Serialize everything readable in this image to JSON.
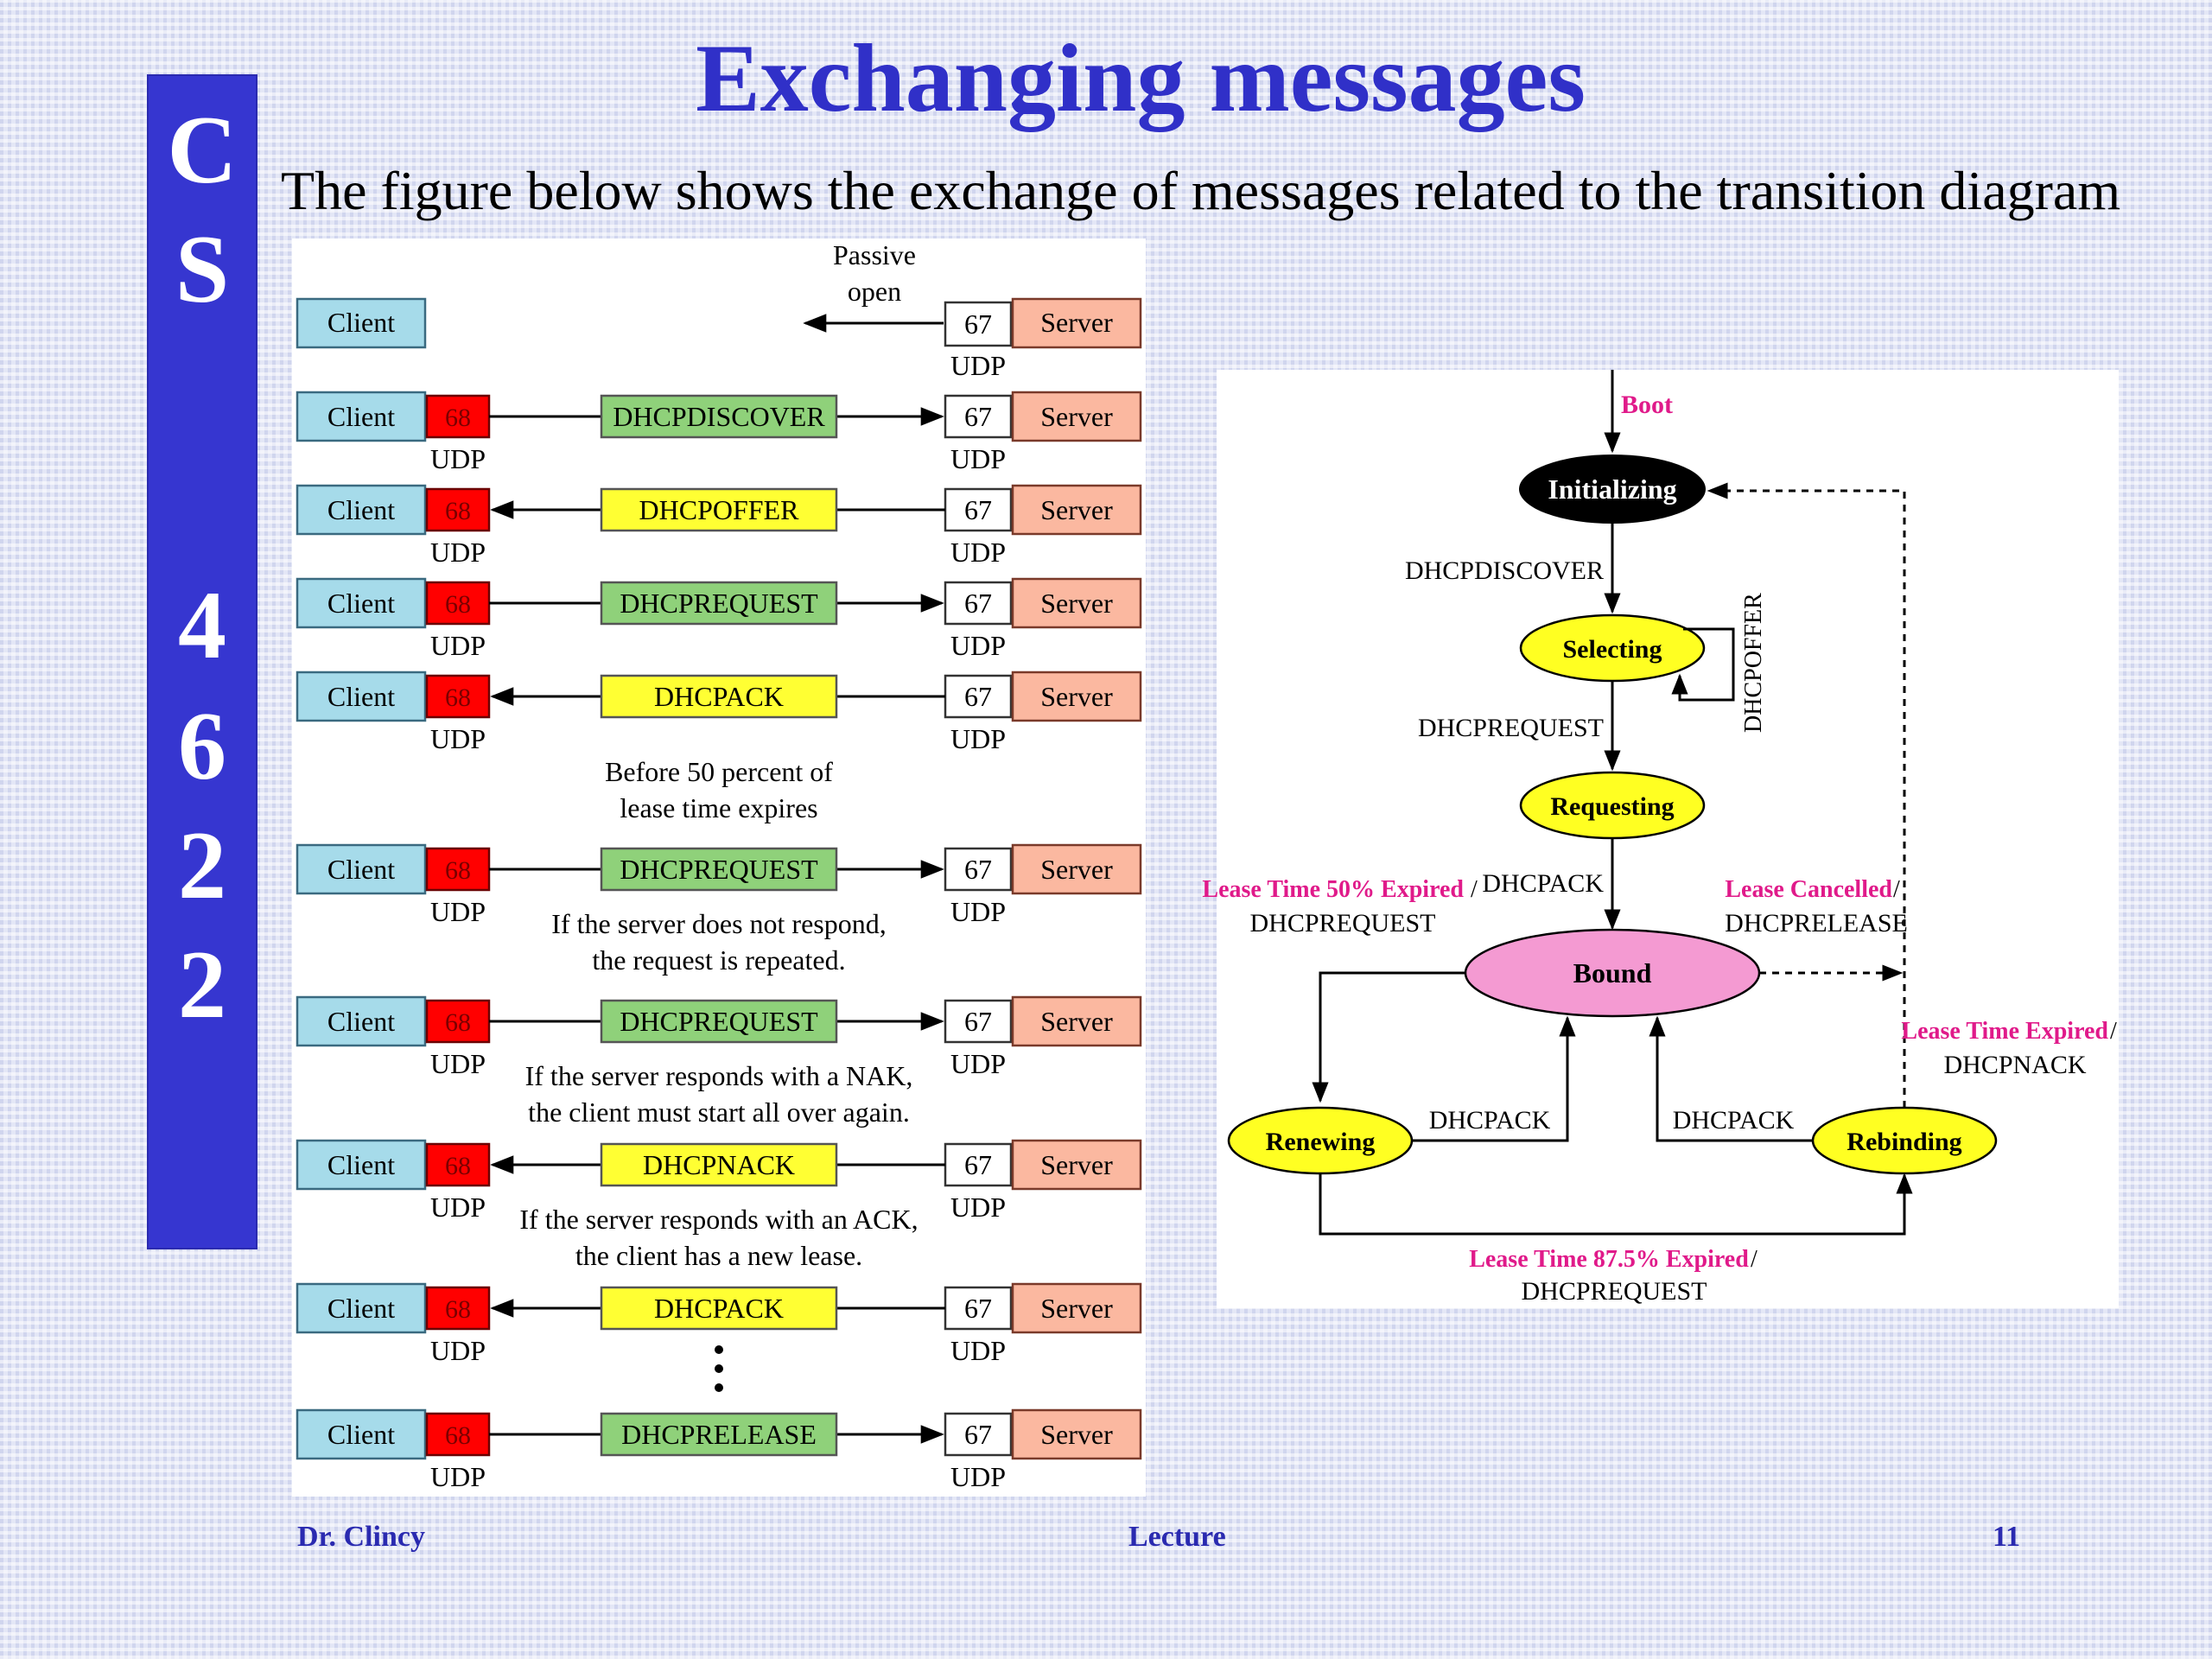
{
  "sidebar": {
    "letters": [
      "C",
      "S",
      "4",
      "6",
      "2",
      "2"
    ]
  },
  "slide": {
    "title": "Exchanging messages",
    "subtitle": "The figure below shows the exchange of messages related to the transition diagram"
  },
  "sequence": {
    "client_label": "Client",
    "server_label": "Server",
    "client_port": "68",
    "server_port": "67",
    "udp_label": "UDP",
    "passive_open": [
      "Passive",
      "open"
    ],
    "messages": [
      {
        "label": "DHCPDISCOVER",
        "direction": "right",
        "color": "#8fd17a"
      },
      {
        "label": "DHCPOFFER",
        "direction": "left",
        "color": "#ffff33"
      },
      {
        "label": "DHCPREQUEST",
        "direction": "right",
        "color": "#8fd17a"
      },
      {
        "label": "DHCPACK",
        "direction": "left",
        "color": "#ffff33"
      },
      {
        "label": "DHCPREQUEST",
        "direction": "right",
        "color": "#8fd17a"
      },
      {
        "label": "DHCPREQUEST",
        "direction": "right",
        "color": "#8fd17a"
      },
      {
        "label": "DHCPNACK",
        "direction": "left",
        "color": "#ffff33"
      },
      {
        "label": "DHCPACK",
        "direction": "left",
        "color": "#ffff33"
      },
      {
        "label": "DHCPRELEASE",
        "direction": "right",
        "color": "#8fd17a"
      }
    ],
    "notes": {
      "before_50": [
        "Before 50 percent of",
        "lease time expires"
      ],
      "no_respond": [
        "If the server does not respond,",
        "the request is repeated."
      ],
      "nak": [
        "If the server responds with a NAK,",
        "the client must start all over again."
      ],
      "ack": [
        "If the server responds with an ACK,",
        "the client has a new lease."
      ]
    },
    "colors": {
      "client": "#a6dbea",
      "server": "#fbb8a0",
      "port68": "#ff0000",
      "port67": "#ffffff"
    }
  },
  "state_diagram": {
    "states": {
      "initializing": "Initializing",
      "selecting": "Selecting",
      "requesting": "Requesting",
      "bound": "Bound",
      "renewing": "Renewing",
      "rebinding": "Rebinding"
    },
    "labels": {
      "boot": "Boot",
      "dhcpdiscover": "DHCPDISCOVER",
      "dhcpoffer": "DHCPOFFER",
      "dhcprequest": "DHCPREQUEST",
      "dhcpack": "DHCPACK",
      "lease50": "Lease Time 50% Expired",
      "lease50_msg": "DHCPREQUEST",
      "lease_cancelled": "Lease Cancelled",
      "lease_cancelled_msg": "DHCPRELEASE",
      "lease_expired": "Lease Time Expired",
      "lease_expired_msg": "DHCPNACK",
      "renew_ack": "DHCPACK",
      "rebind_ack": "DHCPACK",
      "lease875": "Lease Time 87.5% Expired",
      "lease875_msg": "DHCPREQUEST",
      "slash": "/"
    },
    "colors": {
      "pink_text": "#e01a8a",
      "yellow": "#ffff22",
      "bound": "#f49ad2",
      "init": "#000000"
    }
  },
  "footer": {
    "author": "Dr. Clincy",
    "center": "Lecture",
    "page": "11"
  }
}
